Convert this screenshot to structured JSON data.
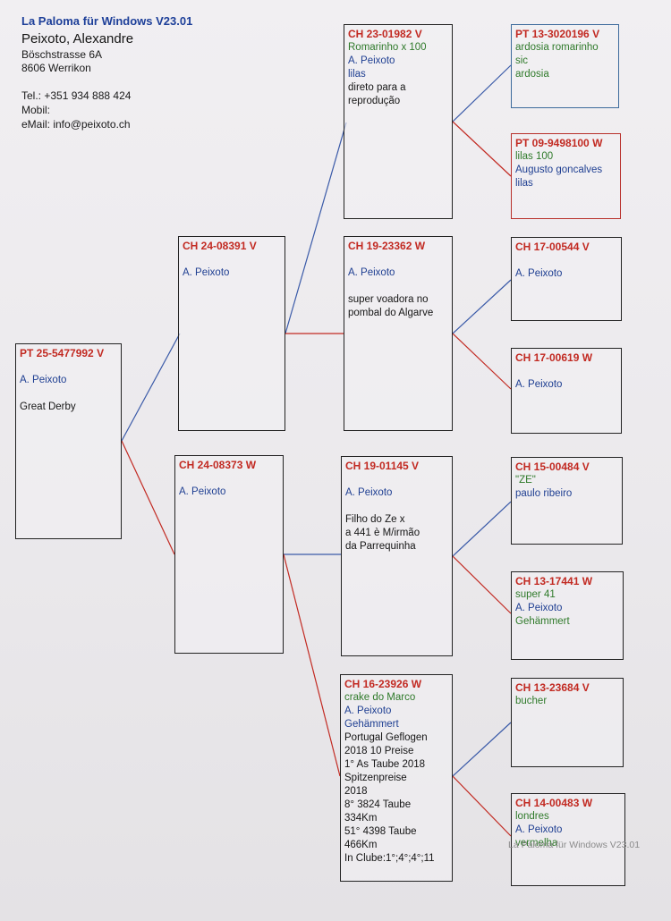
{
  "header": {
    "app_title": "La Paloma für Windows V23.01",
    "owner_name": "Peixoto, Alexandre",
    "street": "Böschstrasse 6A",
    "city": "8606 Werrikon",
    "tel": "Tel.: +351 934 888 424",
    "mobil": "Mobil:",
    "email": "eMail: info@peixoto.ch"
  },
  "pedigree": {
    "subject": {
      "ring": "PT 25-5477992 V",
      "owner": "A. Peixoto",
      "note": "Great Derby"
    },
    "sire": {
      "ring": "CH 24-08391 V",
      "owner": "A. Peixoto"
    },
    "dam": {
      "ring": "CH 24-08373 W",
      "owner": "A. Peixoto"
    },
    "sire_sire": {
      "ring": "CH 23-01982 V",
      "line": "Romarinho x 100",
      "owner": "A. Peixoto",
      "color": "lilas",
      "note1": "direto para a",
      "note2": "reprodução"
    },
    "sire_dam": {
      "ring": "CH 19-23362 W",
      "owner": "A. Peixoto",
      "note1": "super voadora no",
      "note2": "pombal do Algarve"
    },
    "dam_sire": {
      "ring": "CH 19-01145 V",
      "owner": "A. Peixoto",
      "note1": "Filho do Ze x",
      "note2": "a 441 è M/irmão",
      "note3": "da Parrequinha"
    },
    "dam_dam": {
      "ring": "CH 16-23926 W",
      "line": "crake do Marco",
      "owner": "A. Peixoto",
      "color": "Gehämmert",
      "notes": [
        "Portugal Geflogen",
        "2018 10 Preise",
        "1° As Taube 2018",
        "Spitzenpreise",
        "2018",
        "8°  3824 Taube",
        "334Km",
        "51° 4398 Taube",
        "466Km",
        "In Clube:1°;4°;4°;11"
      ]
    },
    "g1": {
      "ring": "PT 13-3020196 V",
      "line": "ardosia romarinho",
      "color1": "sic",
      "color2": "ardosia"
    },
    "g2": {
      "ring": "PT 09-9498100 W",
      "line": "lilas 100",
      "owner": "Augusto goncalves",
      "color": "lilas"
    },
    "g3": {
      "ring": "CH 17-00544 V",
      "owner": "A. Peixoto"
    },
    "g4": {
      "ring": "CH 17-00619 W",
      "owner": "A. Peixoto"
    },
    "g5": {
      "ring": "CH 15-00484 V",
      "line": "\"ZE\"",
      "owner": "paulo ribeiro"
    },
    "g6": {
      "ring": "CH 13-17441 W",
      "line": "super 41",
      "owner": "A. Peixoto",
      "color": "Gehämmert"
    },
    "g7": {
      "ring": "CH 13-23684 V",
      "line": "bucher"
    },
    "g8": {
      "ring": "CH 14-00483 W",
      "line": "londres",
      "owner": "A. Peixoto",
      "color": "vermelha"
    }
  },
  "footer": {
    "watermark": "La Paloma für Windows V23.01"
  },
  "colors": {
    "ring": "#c22a22",
    "sire_line": "#3a5aa8",
    "dam_line": "#c22a22",
    "name_blue": "#1f3f92",
    "note_green": "#2f7a2a"
  }
}
